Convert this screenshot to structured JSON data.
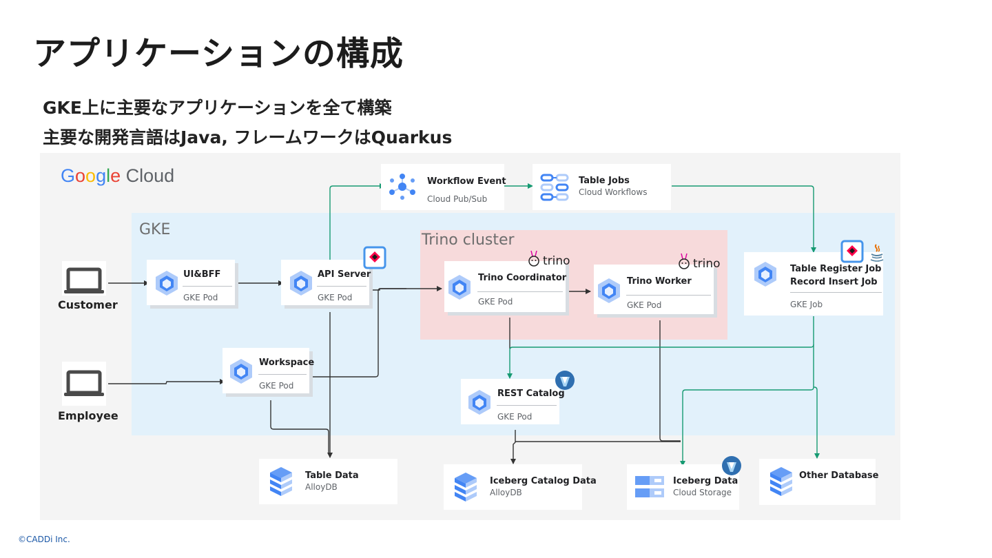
{
  "title": "アプリケーションの構成",
  "bullets": [
    "GKE上に主要なアプリケーションを全て構築",
    "主要な開発言語はJava, フレームワークはQuarkus"
  ],
  "diagram": {
    "google_cloud_logo": {
      "g1": "G",
      "g2": "o",
      "g3": "o",
      "g4": "g",
      "g5": "l",
      "g6": "e",
      "cloud": "Cloud"
    },
    "gke_label": "GKE",
    "trino_cluster_label": "Trino cluster",
    "trino_logo_text": "trino",
    "actors": {
      "customer": "Customer",
      "employee": "Employee"
    },
    "nodes": {
      "ui_bff": {
        "title": "UI&BFF",
        "subtitle": "GKE Pod"
      },
      "api_server": {
        "title": "API Server",
        "subtitle": "GKE Pod"
      },
      "workspace": {
        "title": "Workspace",
        "subtitle": "GKE Pod"
      },
      "trino_coordinator": {
        "title": "Trino Coordinator",
        "subtitle": "GKE Pod"
      },
      "trino_worker": {
        "title": "Trino Worker",
        "subtitle": "GKE Pod"
      },
      "table_register_job": {
        "title_line1": "Table Register Job",
        "title_line2": "Record Insert Job",
        "subtitle": "GKE Job"
      },
      "rest_catalog": {
        "title": "REST Catalog",
        "subtitle": "GKE Pod"
      },
      "workflow_event": {
        "title": "Workflow Event",
        "subtitle": "Cloud Pub/Sub"
      },
      "table_jobs": {
        "title": "Table Jobs",
        "subtitle": "Cloud Workflows"
      },
      "table_data": {
        "title": "Table Data",
        "subtitle": "AlloyDB"
      },
      "iceberg_catalog_data": {
        "title": "Iceberg Catalog Data",
        "subtitle": "AlloyDB"
      },
      "iceberg_data": {
        "title": "Iceberg Data",
        "subtitle": "Cloud Storage"
      },
      "other_database": {
        "title": "Other Database"
      }
    },
    "colors": {
      "gke_blue": "#4285F4",
      "sync_arrow": "#333333",
      "async_arrow": "#169a72",
      "gke_zone": "#e2f1fb",
      "trino_zone": "#f7dadb"
    },
    "icons": [
      "laptop-icon",
      "gke-hexagon-icon",
      "pubsub-icon",
      "workflows-icon",
      "alloydb-icon",
      "cloud-storage-icon",
      "quarkus-icon",
      "java-icon",
      "iceberg-icon",
      "trino-bunny-icon"
    ]
  },
  "footer": {
    "copyright": "©CADDi Inc."
  }
}
